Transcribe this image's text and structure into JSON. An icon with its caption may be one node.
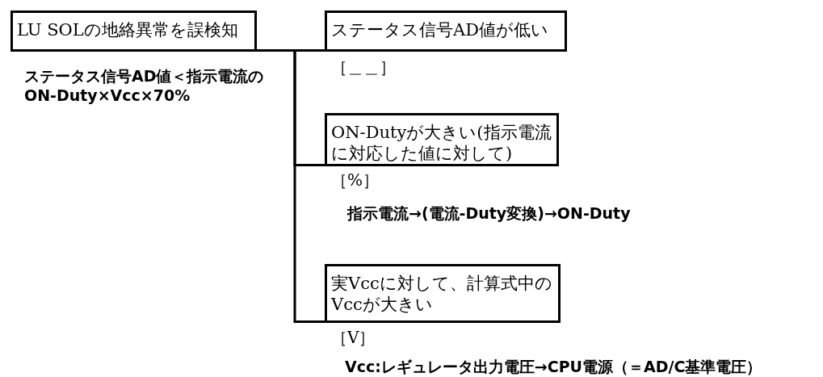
{
  "diagram": {
    "nodes": [
      {
        "text": [
          "LU SOLの地絡異常を誤検知"
        ]
      },
      {
        "text": [
          "ステータス信号AD値が低い"
        ],
        "beside": [
          "［＿＿］"
        ]
      },
      {
        "text": [
          "ON-Dutyが大きい(指示電流に対応した値に対して)"
        ],
        "beside": [
          "［%］",
          "指示電流→(電流-Duty変換)→ON-Duty"
        ]
      },
      {
        "text": [
          "実Vccに対して、計算式中のVccが大きい"
        ],
        "beside": [
          "［V］",
          "Vcc:レギュレータ出力電圧→CPU電源（＝AD/C基準電圧）"
        ]
      }
    ],
    "edges": [
      {
        "from": 0,
        "to": 1,
        "arrow": "none"
      },
      {
        "from": 1,
        "to": 2,
        "arrow": "none"
      },
      {
        "from": 1,
        "to": 3,
        "arrow": "none"
      }
    ],
    "labels": [
      "ステータス信号AD値＜指示電流のON-Duty×Vcc×70%"
    ]
  }
}
